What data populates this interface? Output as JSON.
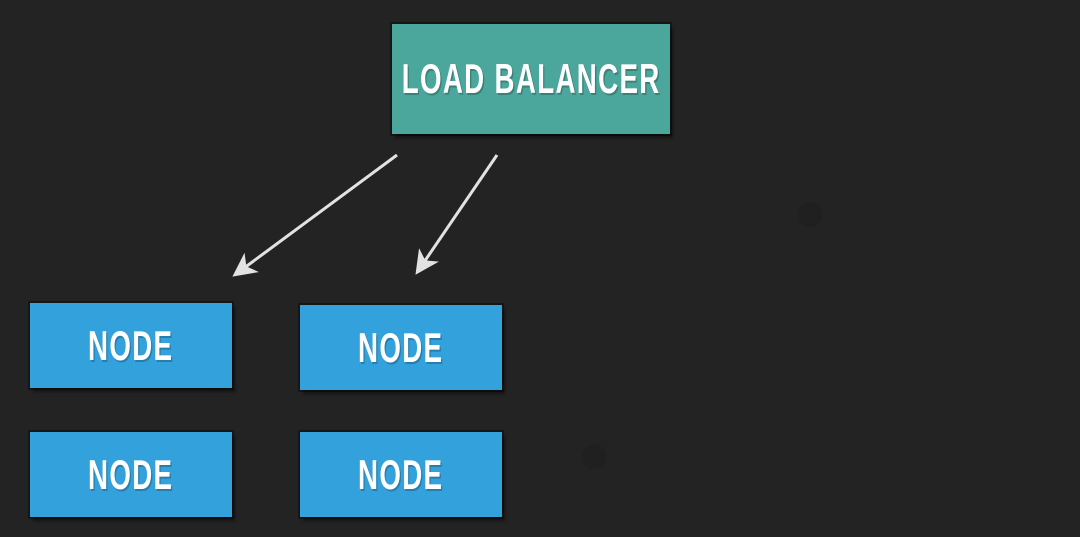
{
  "diagram": {
    "type": "architecture-diagram",
    "load_balancer": {
      "id": "load-balancer",
      "label": "LOAD BALANCER"
    },
    "nodes": [
      {
        "id": "node-1",
        "label": "NODE",
        "position": "top-left"
      },
      {
        "id": "node-2",
        "label": "NODE",
        "position": "top-right"
      },
      {
        "id": "node-3",
        "label": "NODE",
        "position": "bottom-left"
      },
      {
        "id": "node-4",
        "label": "NODE",
        "position": "bottom-right"
      }
    ],
    "edges": [
      {
        "from": "load-balancer",
        "to": "node-1",
        "style": "arrow"
      },
      {
        "from": "load-balancer",
        "to": "node-2",
        "style": "arrow"
      }
    ]
  },
  "colors": {
    "background": "#232324",
    "load-balancer-fill": "#4BA69B",
    "node-fill": "#33A1DC",
    "label-text": "#FFFFFF",
    "arrow": "#E2E2E2"
  }
}
